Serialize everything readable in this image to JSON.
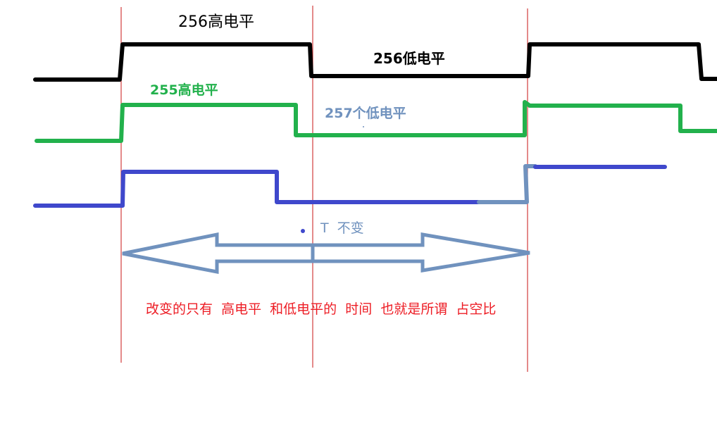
{
  "labels": {
    "black_high": "256高电平",
    "black_low": "256低电平",
    "green_high": "255高电平",
    "green_low": "257个低电平",
    "period": "T  不变",
    "caption": "改变的只有  高电平  和低电平的  时间  也就是所谓  占空比"
  },
  "colors": {
    "black": "#000000",
    "green": "#22b14c",
    "blue": "#3f48cc",
    "steel": "#7092be",
    "guide": "#d23c3c",
    "caption": "#ed1c24"
  }
}
